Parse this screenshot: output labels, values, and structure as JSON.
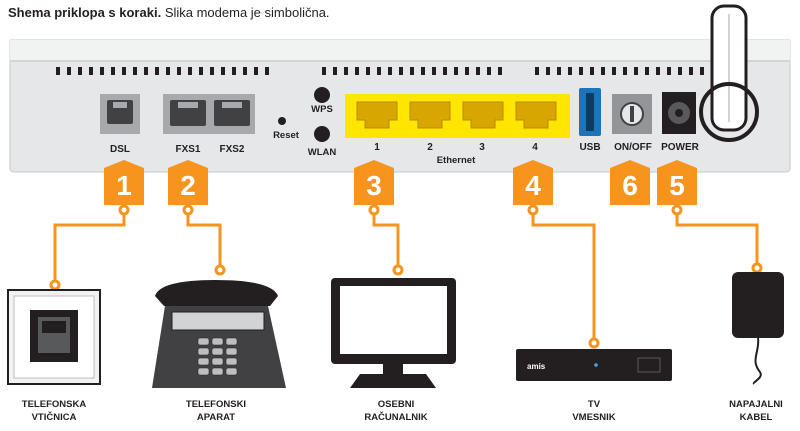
{
  "header": {
    "title_bold": "Shema priklopa s koraki.",
    "title_rest": "Slika modema je simbolična."
  },
  "colors": {
    "orange": "#f7941d",
    "yellow": "#ffe600",
    "usb_blue": "#1b75bc",
    "case_gray": "#e6e7e8",
    "dark": "#231f20"
  },
  "modem": {
    "ports": {
      "dsl": "DSL",
      "fxs1": "FXS1",
      "fxs2": "FXS2",
      "reset": "Reset",
      "wps": "WPS",
      "wlan": "WLAN",
      "eth1": "1",
      "eth2": "2",
      "eth3": "3",
      "eth4": "4",
      "ethernet": "Ethernet",
      "usb": "USB",
      "onoff": "ON/OFF",
      "power": "POWER"
    }
  },
  "steps": [
    "1",
    "2",
    "3",
    "4",
    "6",
    "5"
  ],
  "devices": {
    "socket": [
      "TELEFONSKA",
      "VTIČNICA"
    ],
    "phone": [
      "TELEFONSKI",
      "APARAT"
    ],
    "computer": [
      "OSEBNI",
      "RAČUNALNIK"
    ],
    "tv": [
      "TV",
      "VMESNIK"
    ],
    "adapter": [
      "NAPAJALNI",
      "KABEL"
    ],
    "tv_brand": "amis"
  }
}
